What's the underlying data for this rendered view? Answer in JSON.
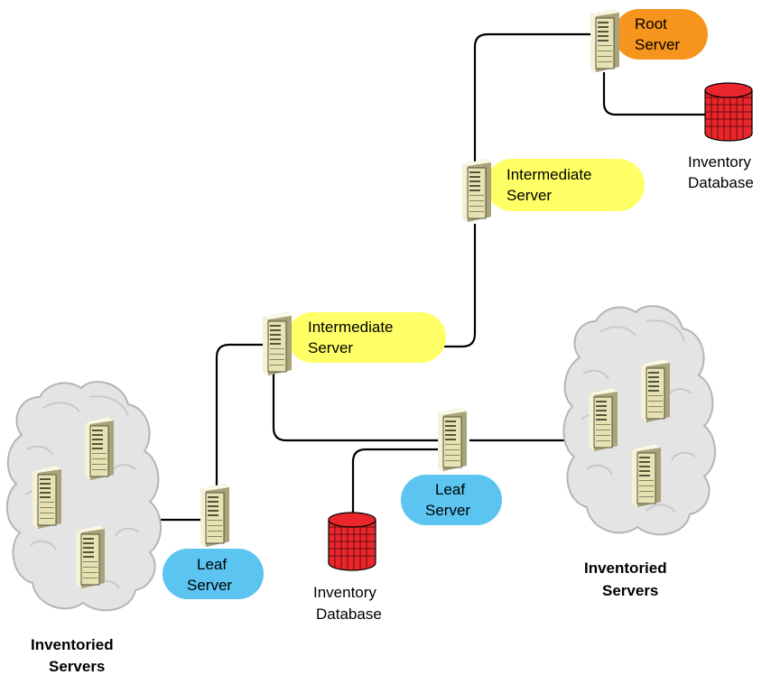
{
  "nodes": {
    "root_server": {
      "line1": "Root",
      "line2": "Server",
      "badge_color": "#f7941d"
    },
    "intermediate_server_top": {
      "line1": "Intermediate",
      "line2": "Server",
      "badge_color": "#ffff66"
    },
    "intermediate_server_mid": {
      "line1": "Intermediate",
      "line2": "Server",
      "badge_color": "#ffff66"
    },
    "leaf_server_left": {
      "line1": "Leaf",
      "line2": "Server",
      "badge_color": "#5bc4f1"
    },
    "leaf_server_right": {
      "line1": "Leaf",
      "line2": "Server",
      "badge_color": "#5bc4f1"
    },
    "inventory_db_top": {
      "line1": "Inventory",
      "line2": "Database"
    },
    "inventory_db_bottom": {
      "line1": "Inventory",
      "line2": "Database"
    },
    "inventoried_left": {
      "line1": "Inventoried",
      "line2": "Servers"
    },
    "inventoried_right": {
      "line1": "Inventoried",
      "line2": "Servers"
    }
  },
  "colors": {
    "server_body": "#e6e2b4",
    "server_side": "#a9a37a",
    "database": "#e8262b",
    "connector": "#000000",
    "cloud_fill": "#e4e4e4"
  }
}
